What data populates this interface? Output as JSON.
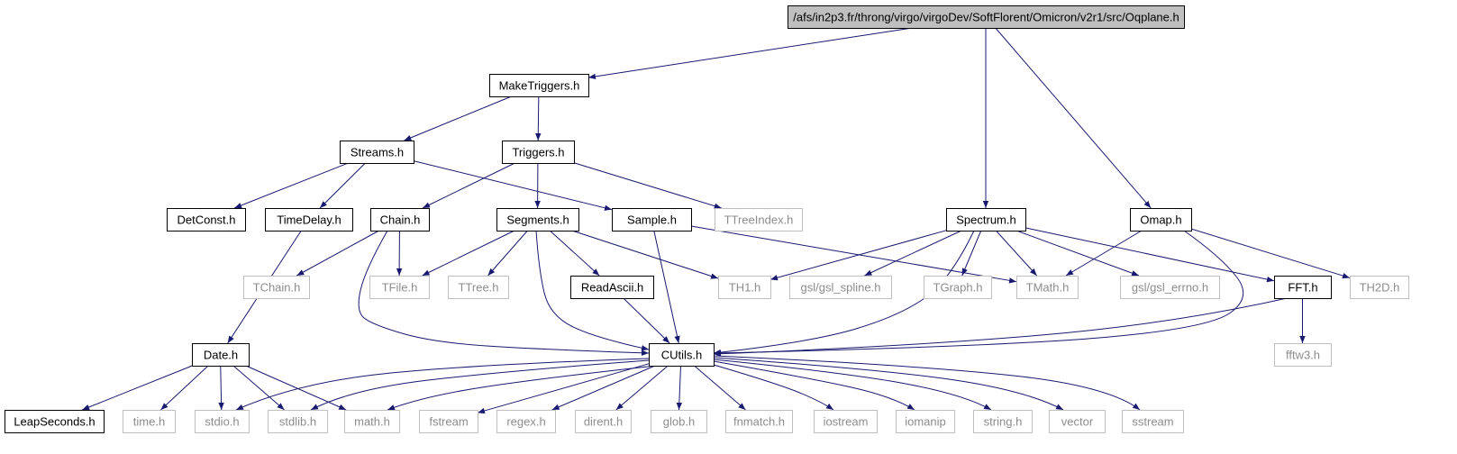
{
  "graph": {
    "colors": {
      "edge": "#191970",
      "root_fill": "#bfbfbf",
      "node_border": "#000000",
      "external_border": "#bfbfbf",
      "external_text": "#8c8c8c"
    },
    "nodes": [
      {
        "id": "oqplane",
        "label": "/afs/in2p3.fr/throng/virgo/virgoDev/SoftFlorent/Omicron/v2r1/src/Oqplane.h",
        "kind": "root"
      },
      {
        "id": "maketriggers",
        "label": "MakeTriggers.h",
        "kind": "doc"
      },
      {
        "id": "streams",
        "label": "Streams.h",
        "kind": "doc"
      },
      {
        "id": "triggers",
        "label": "Triggers.h",
        "kind": "doc"
      },
      {
        "id": "detconst",
        "label": "DetConst.h",
        "kind": "doc"
      },
      {
        "id": "timedelay",
        "label": "TimeDelay.h",
        "kind": "doc"
      },
      {
        "id": "chain",
        "label": "Chain.h",
        "kind": "doc"
      },
      {
        "id": "segments",
        "label": "Segments.h",
        "kind": "doc"
      },
      {
        "id": "sample",
        "label": "Sample.h",
        "kind": "doc"
      },
      {
        "id": "ttreeindex",
        "label": "TTreeIndex.h",
        "kind": "ext"
      },
      {
        "id": "spectrum",
        "label": "Spectrum.h",
        "kind": "doc"
      },
      {
        "id": "omap",
        "label": "Omap.h",
        "kind": "doc"
      },
      {
        "id": "tchain",
        "label": "TChain.h",
        "kind": "ext"
      },
      {
        "id": "tfile",
        "label": "TFile.h",
        "kind": "ext"
      },
      {
        "id": "ttree",
        "label": "TTree.h",
        "kind": "ext"
      },
      {
        "id": "readascii",
        "label": "ReadAscii.h",
        "kind": "doc"
      },
      {
        "id": "th1",
        "label": "TH1.h",
        "kind": "ext"
      },
      {
        "id": "gslspline",
        "label": "gsl/gsl_spline.h",
        "kind": "ext"
      },
      {
        "id": "tgraph",
        "label": "TGraph.h",
        "kind": "ext"
      },
      {
        "id": "tmath",
        "label": "TMath.h",
        "kind": "ext"
      },
      {
        "id": "gslerrno",
        "label": "gsl/gsl_errno.h",
        "kind": "ext"
      },
      {
        "id": "fft",
        "label": "FFT.h",
        "kind": "doc"
      },
      {
        "id": "th2d",
        "label": "TH2D.h",
        "kind": "ext"
      },
      {
        "id": "date",
        "label": "Date.h",
        "kind": "doc"
      },
      {
        "id": "cutils",
        "label": "CUtils.h",
        "kind": "doc"
      },
      {
        "id": "fftw3",
        "label": "fftw3.h",
        "kind": "ext"
      },
      {
        "id": "leapseconds",
        "label": "LeapSeconds.h",
        "kind": "doc"
      },
      {
        "id": "timeh",
        "label": "time.h",
        "kind": "ext"
      },
      {
        "id": "stdio",
        "label": "stdio.h",
        "kind": "ext"
      },
      {
        "id": "stdlib",
        "label": "stdlib.h",
        "kind": "ext"
      },
      {
        "id": "math",
        "label": "math.h",
        "kind": "ext"
      },
      {
        "id": "fstream",
        "label": "fstream",
        "kind": "ext"
      },
      {
        "id": "regex",
        "label": "regex.h",
        "kind": "ext"
      },
      {
        "id": "dirent",
        "label": "dirent.h",
        "kind": "ext"
      },
      {
        "id": "glob",
        "label": "glob.h",
        "kind": "ext"
      },
      {
        "id": "fnmatch",
        "label": "fnmatch.h",
        "kind": "ext"
      },
      {
        "id": "iostream",
        "label": "iostream",
        "kind": "ext"
      },
      {
        "id": "iomanip",
        "label": "iomanip",
        "kind": "ext"
      },
      {
        "id": "string",
        "label": "string.h",
        "kind": "ext"
      },
      {
        "id": "vector",
        "label": "vector",
        "kind": "ext"
      },
      {
        "id": "sstream",
        "label": "sstream",
        "kind": "ext"
      }
    ],
    "edges": [
      [
        "oqplane",
        "maketriggers"
      ],
      [
        "oqplane",
        "spectrum"
      ],
      [
        "oqplane",
        "omap"
      ],
      [
        "maketriggers",
        "streams"
      ],
      [
        "maketriggers",
        "triggers"
      ],
      [
        "streams",
        "detconst"
      ],
      [
        "streams",
        "timedelay"
      ],
      [
        "streams",
        "sample"
      ],
      [
        "triggers",
        "chain"
      ],
      [
        "triggers",
        "segments"
      ],
      [
        "triggers",
        "ttreeindex"
      ],
      [
        "timedelay",
        "date"
      ],
      [
        "chain",
        "tchain"
      ],
      [
        "chain",
        "tfile"
      ],
      [
        "chain",
        "cutils"
      ],
      [
        "segments",
        "tfile"
      ],
      [
        "segments",
        "ttree"
      ],
      [
        "segments",
        "readascii"
      ],
      [
        "segments",
        "th1"
      ],
      [
        "segments",
        "cutils"
      ],
      [
        "sample",
        "tmath"
      ],
      [
        "sample",
        "cutils"
      ],
      [
        "spectrum",
        "th1"
      ],
      [
        "spectrum",
        "gslspline"
      ],
      [
        "spectrum",
        "tgraph"
      ],
      [
        "spectrum",
        "tmath"
      ],
      [
        "spectrum",
        "gslerrno"
      ],
      [
        "spectrum",
        "fft"
      ],
      [
        "spectrum",
        "cutils"
      ],
      [
        "omap",
        "tmath"
      ],
      [
        "omap",
        "th2d"
      ],
      [
        "omap",
        "cutils"
      ],
      [
        "readascii",
        "cutils"
      ],
      [
        "fft",
        "cutils"
      ],
      [
        "fft",
        "fftw3"
      ],
      [
        "date",
        "leapseconds"
      ],
      [
        "date",
        "timeh"
      ],
      [
        "date",
        "stdio"
      ],
      [
        "date",
        "stdlib"
      ],
      [
        "date",
        "math"
      ],
      [
        "cutils",
        "stdio"
      ],
      [
        "cutils",
        "stdlib"
      ],
      [
        "cutils",
        "math"
      ],
      [
        "cutils",
        "fstream"
      ],
      [
        "cutils",
        "regex"
      ],
      [
        "cutils",
        "dirent"
      ],
      [
        "cutils",
        "glob"
      ],
      [
        "cutils",
        "fnmatch"
      ],
      [
        "cutils",
        "iostream"
      ],
      [
        "cutils",
        "iomanip"
      ],
      [
        "cutils",
        "string"
      ],
      [
        "cutils",
        "vector"
      ],
      [
        "cutils",
        "sstream"
      ]
    ]
  }
}
